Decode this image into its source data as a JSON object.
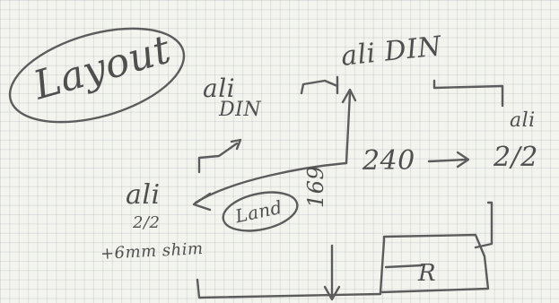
{
  "sketch": {
    "title": "Layout",
    "labels": {
      "ali_top_center": "ali DIN",
      "ali_top_left_1": "ali",
      "ali_top_left_2": "DIN",
      "ali_right_1": "ali",
      "ali_right_2": "2/2",
      "ali_left_1": "ali",
      "ali_left_2": "2/2",
      "offset": "+6mm shim",
      "dimension_horizontal": "240",
      "dimension_vertical": "169",
      "land": "Land",
      "box": "R"
    },
    "colors": {
      "paper": "#f4f4ef",
      "grid": "#a0aaaf",
      "pencil": "#5c5c5c"
    }
  }
}
